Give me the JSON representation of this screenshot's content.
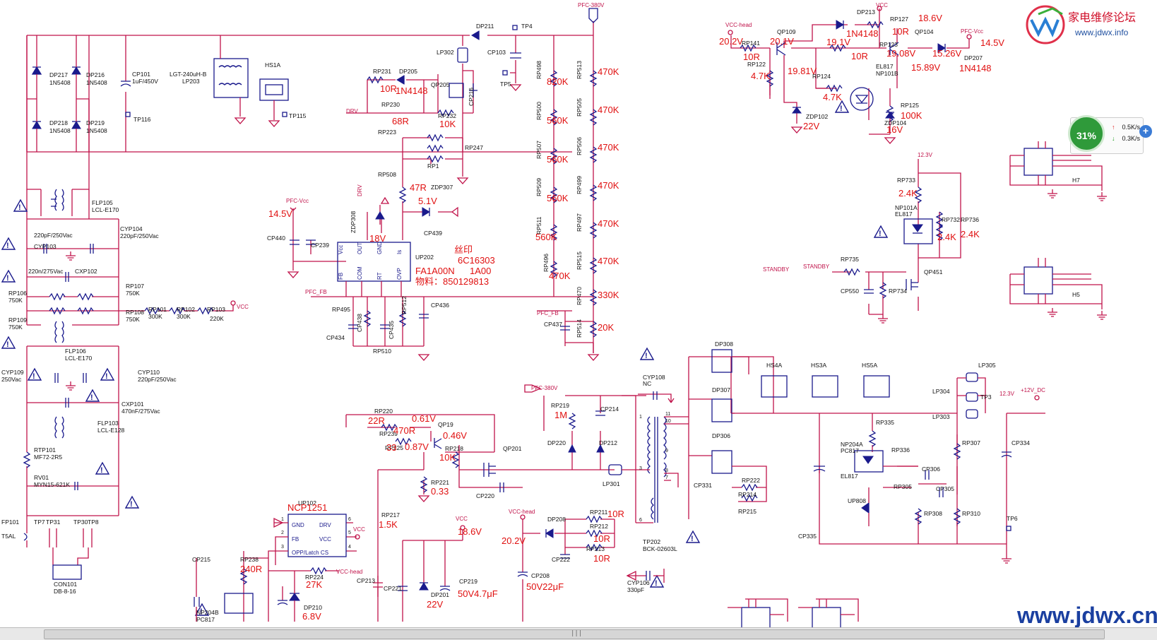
{
  "site": {
    "logo_text": "家电维修论坛",
    "logo_url": "www.jdwx.info",
    "watermark": "www.jdwx.cn"
  },
  "net_monitor": {
    "percent": "31%",
    "up": "0.5K/s",
    "down": "0.3K/s",
    "plus": "+"
  },
  "nets": {
    "pfc_380v": "PFC-380V",
    "vcc": "VCC",
    "vcc_head": "VCC-head",
    "pfc_vcc": "PFC-Vcc",
    "drv": "DRV",
    "pfc_fb": "PFC_FB",
    "standby": "STANDBY",
    "v12_dc": "+12V_DC",
    "v12_3": "12.3V"
  },
  "refs": {
    "DP217": "DP217",
    "DP216": "DP216",
    "DP218": "DP218",
    "DP219": "DP219",
    "D1N5408": "1N5408",
    "CP101": "CP101",
    "CP101v": "1uF/450V",
    "TP116": "TP116",
    "LGT": "LGT-240uH-B",
    "LP203": "LP203",
    "HS1A": "HS1A",
    "TP115": "TP115",
    "FLP105": "FLP105",
    "LCL_E170": "LCL-E170",
    "CYP103": "CYP103",
    "CYP104": "CYP104",
    "c220pF": "220pF/250Vac",
    "CXP102": "CXP102",
    "c220n": "220n/275Vac",
    "RP106": "RP106",
    "RP107": "RP107",
    "RP108": "RP108",
    "RP109": "RP109",
    "r750K": "750K",
    "RP101": "RP101",
    "RP102": "RP102",
    "RP103": "RP103",
    "r300K": "300K",
    "r220K": "220K",
    "FLP106": "FLP106",
    "CYP109": "CYP109",
    "c250": "250Vac",
    "CYP110": "CYP110",
    "CXP101": "CXP101",
    "c470n": "470nF/275Vac",
    "FLP103": "FLP103",
    "LCL_E128": "LCL-E128",
    "RTP101": "RTP101",
    "MF72": "MF72-2R5",
    "RV01": "RV01",
    "MYN15": "MYN15-621K",
    "FP101": "FP101",
    "T5AL": "T5AL",
    "TP7": "TP7",
    "TP31": "TP31",
    "TP30": "TP30",
    "TP8": "TP8",
    "CON101": "CON101",
    "DB816": "DB-8-16",
    "DP211": "DP211",
    "TP4": "TP4",
    "LP302": "LP302",
    "CP103": "CP103",
    "TP5": "TP5",
    "RP231": "RP231",
    "DP205": "DP205",
    "QP205": "QP205",
    "RP230": "RP230",
    "RP232": "RP232",
    "CP216": "CP216",
    "RP223": "RP223",
    "RP247": "RP247",
    "RP1": "RP1",
    "RP508": "RP508",
    "ZDP307": "ZDP307",
    "ZDP308": "ZDP308",
    "CP439": "CP439",
    "CP440": "CP440",
    "CP239": "CP239",
    "UP202": "UP202",
    "RP495": "RP495",
    "CP438": "CP438",
    "CP434": "CP434",
    "CP435": "CP435",
    "RP512": "RP512",
    "RP510": "RP510",
    "CP436": "CP436",
    "RP498": "RP498",
    "RP500": "RP500",
    "RP507": "RP507",
    "RP509": "RP509",
    "RP511": "RP511",
    "RP496": "RP496",
    "RP513": "RP513",
    "RP505": "RP505",
    "RP506": "RP506",
    "RP499": "RP499",
    "RP497": "RP497",
    "RP515": "RP515",
    "RP470": "RP470",
    "RP514": "RP514",
    "CP437": "CP437",
    "RP141": "RP141",
    "QP109": "QP109",
    "DP213": "DP213",
    "RP127": "RP127",
    "QP104": "QP104",
    "DP207": "DP207",
    "RP122": "RP122",
    "RP123": "RP123",
    "RP124": "RP124",
    "EL817": "EL817",
    "NP101B": "NP101B",
    "ZDP102": "ZDP102",
    "ZDP104": "ZDP104",
    "RP125": "RP125",
    "H7": "H7",
    "H5": "H5",
    "RP733": "RP733",
    "NP101A": "NP101A",
    "RP732": "RP732",
    "RP736": "RP736",
    "RP735": "RP735",
    "CP550": "CP550",
    "RP734": "RP734",
    "QP451": "QP451",
    "DP308": "DP308",
    "DP307": "DP307",
    "DP306": "DP306",
    "HS4A": "HS4A",
    "HS3A": "HS3A",
    "HS5A": "HS5A",
    "LP305": "LP305",
    "LP304": "LP304",
    "LP303": "LP303",
    "TP3": "TP3",
    "CYP108": "CYP108",
    "NC": "NC",
    "RP219": "RP219",
    "CP214": "CP214",
    "DP220": "DP220",
    "DP212": "DP212",
    "LP301": "LP301",
    "CP331": "CP331",
    "RP222": "RP222",
    "RP214": "RP214",
    "RP215": "RP215",
    "RP335": "RP335",
    "NP204A": "NP204A",
    "PC817": "PC817",
    "RP336": "RP336",
    "CP306": "CP306",
    "RP305": "RP305",
    "CP305": "CP305",
    "UP808": "UP808",
    "RP307": "RP307",
    "CP334": "CP334",
    "RP308": "RP308",
    "RP310": "RP310",
    "TP6": "TP6",
    "CP335": "CP335",
    "TP202": "TP202",
    "BCK": "BCK-02603L",
    "CYP106": "CYP106",
    "c330p": "330pF",
    "RP220": "RP220",
    "RP239": "RP239",
    "RP225": "RP225",
    "QP19": "QP19",
    "RP218": "RP218",
    "QP201": "QP201",
    "RP221": "RP221",
    "CP220": "CP220",
    "RP217": "RP217",
    "UP102": "UP102",
    "CP215": "CP215",
    "RP238": "RP238",
    "RP224": "RP224",
    "CP213": "CP213",
    "CP221": "CP221",
    "DP201": "DP201",
    "CP219": "CP219",
    "DP210": "DP210",
    "NP204B": "NP204B",
    "DP208": "DP208",
    "RP211": "RP211",
    "RP212": "RP212",
    "RP213": "RP213",
    "CP222": "CP222",
    "CP208": "CP208"
  },
  "ic_pins": {
    "up202": [
      "Vcc",
      "OUT",
      "GND",
      "Is",
      "FB",
      "COM",
      "RT",
      "OVP"
    ],
    "up102": [
      "GND",
      "DRV",
      "FB",
      "VCC",
      "OPP/Latch CS"
    ]
  },
  "annotations": {
    "pfc_vcc_v": "14.5V",
    "rp231": "10R",
    "dp205": "1N4148",
    "rp230": "68R",
    "rp232": "10K",
    "rp508": "47R",
    "zdp307": "5.1V",
    "zdp308": "18V",
    "up202_silk": "丝印",
    "up202_code1": "6C16303",
    "up202_code2": "FA1A00N",
    "up202_code3": "1A00",
    "up202_mat": "物料：850129813",
    "r820k": "820K",
    "r560k1": "560K",
    "r560k2": "560K",
    "r560k3": "560K",
    "r560k4": "560K",
    "r470k_l": "470K",
    "r470k_1": "470K",
    "r470k_2": "470K",
    "r470k_3": "470K",
    "r470k_4": "470K",
    "r470k_5": "470K",
    "r470k_6": "470K",
    "r330k": "330K",
    "r20k": "20K",
    "vcc_head_v": "20.2V",
    "rp141": "10R",
    "qp109_b": "20.1V",
    "qp109_e": "19.81V",
    "rp122": "4.7K",
    "dp213": "1N4148",
    "dp213_v": "19.1V",
    "rp127": "10R",
    "rp123": "10R",
    "vcc_v": "18.6V",
    "qp104_b": "19.08V",
    "qp104_e": "15.26V",
    "qp104_c": "15.89V",
    "dp207_v": "14.5V",
    "dp207": "1N4148",
    "rp124": "4.7K",
    "zdp102": "22V",
    "zdp104": "16V",
    "rp125": "100K",
    "rp733": "2.4K",
    "rp732": "2.4K",
    "rp736": "2.4K",
    "rp219": "1M",
    "rp220": "22R",
    "qp19_b": "0.61V",
    "rp239": "470R",
    "qp19_e": "0.46V",
    "rp225": "33",
    "qp19_c": "0.87V",
    "rp218": "10K",
    "rp221": "0.33",
    "up102_name": "NCP1251",
    "rp217": "1.5K",
    "rp238": "240R",
    "rp224": "27K",
    "vcc_18v6": "18.6V",
    "dp201": "22V",
    "cp219": "50V4.7μF",
    "dp210": "6.8V",
    "vcc_head_20v2": "20.2V",
    "rp211": "10R",
    "rp212": "10R",
    "rp213": "10R",
    "cp208": "50V22μF"
  }
}
